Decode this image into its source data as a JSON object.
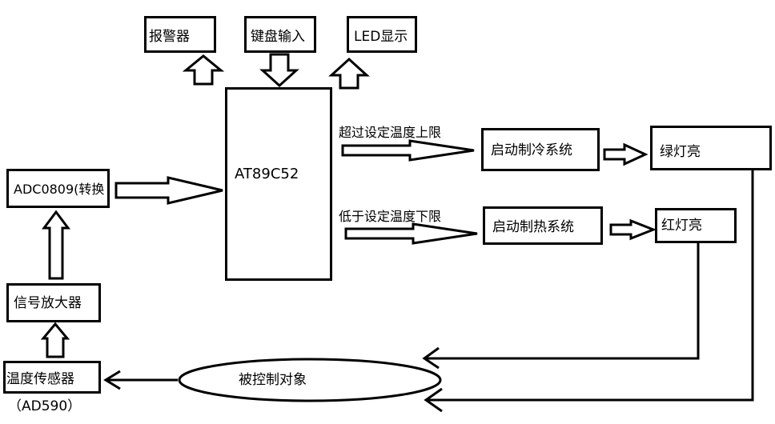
{
  "blocks": {
    "alarm": "报警器",
    "keyboard": "键盘输入",
    "led": "LED显示",
    "mcu": "AT89C52",
    "adc": "ADC0809(转换",
    "amplifier": "信号放大器",
    "sensor": "温度传感器",
    "sensor_model": "（AD590）",
    "cooling": "启动制冷系统",
    "heating": "启动制热系统",
    "green_light": "绿灯亮",
    "red_light": "红灯亮",
    "object": "被控制对象"
  },
  "edges": {
    "upper_limit": "超过设定温度上限",
    "lower_limit": "低于设定温度下限"
  }
}
